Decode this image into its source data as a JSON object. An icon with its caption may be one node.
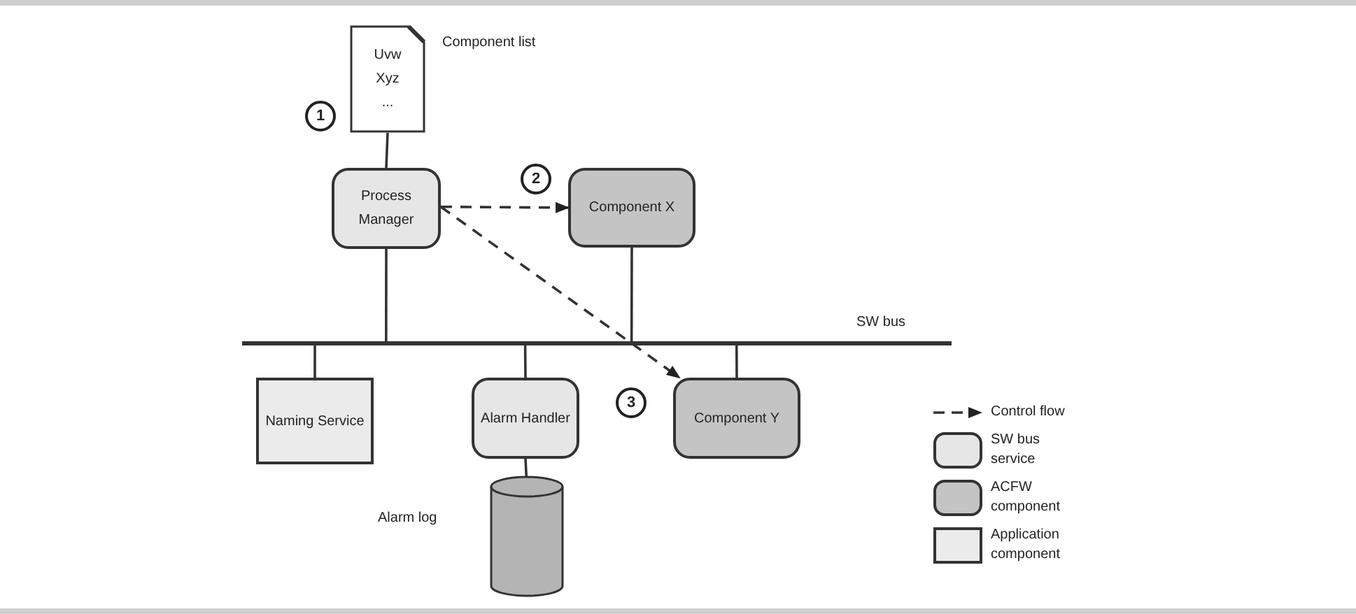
{
  "diagram": {
    "nodes": [
      {
        "text": [
          "Uvw Xyz ..."
        ],
        "beside": [
          "Component list"
        ]
      },
      {
        "text": [
          "Process Manager"
        ]
      },
      {
        "text": [
          "Component X"
        ]
      },
      {
        "text": [],
        "shape": "bar",
        "beside": [
          "SW bus"
        ]
      },
      {
        "text": [
          "Naming Service"
        ]
      },
      {
        "text": [
          "Alarm Handler"
        ]
      },
      {
        "text": [
          "Component Y"
        ]
      },
      {
        "text": [],
        "shape": "cylinder",
        "beside": [
          "Alarm log"
        ]
      }
    ],
    "edges": [
      {
        "from": 0,
        "to": 1,
        "arrow": "none"
      },
      {
        "from": 1,
        "to": 3,
        "arrow": "none"
      },
      {
        "from": 2,
        "to": 3,
        "arrow": "none"
      },
      {
        "from": 3,
        "to": 4,
        "arrow": "none"
      },
      {
        "from": 3,
        "to": 5,
        "arrow": "none"
      },
      {
        "from": 3,
        "to": 6,
        "arrow": "none"
      },
      {
        "from": 5,
        "to": 7,
        "arrow": "none"
      },
      {
        "from": 1,
        "to": 2,
        "arrow": "to",
        "style": "dashed"
      },
      {
        "from": 1,
        "to": 6,
        "arrow": "to",
        "style": "dashed"
      }
    ],
    "labels": [
      "1",
      "2",
      "3"
    ],
    "legend": [
      {
        "text": "Control flow"
      },
      {
        "text": "SW bus service",
        "color": "#e6e6e6"
      },
      {
        "text": "ACFW component",
        "color": "#c4c4c4"
      },
      {
        "text": "Application component",
        "color": "#ebebeb"
      }
    ]
  }
}
